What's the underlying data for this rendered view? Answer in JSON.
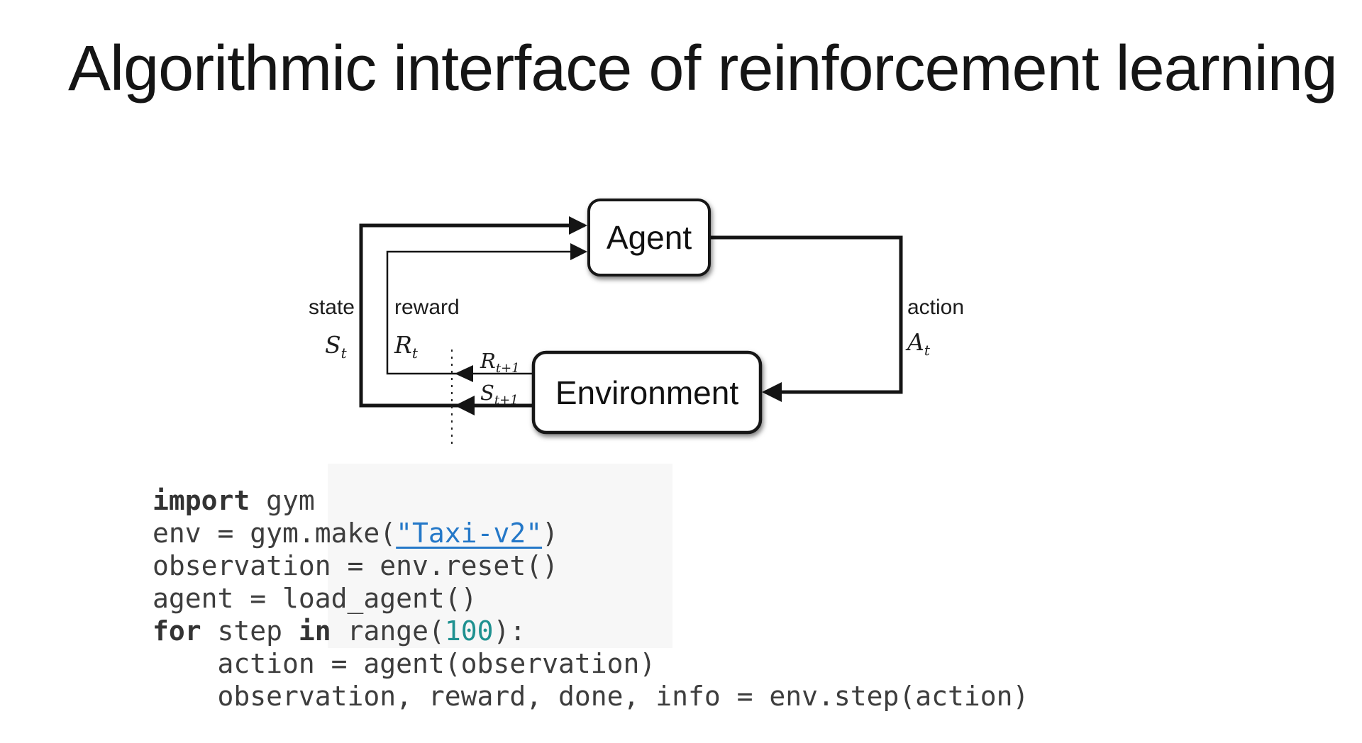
{
  "title": "Algorithmic interface of reinforcement learning",
  "colors": {
    "background": "#ffffff",
    "title_text": "#151515",
    "diagram_ink": "#141414",
    "code_plain": "#3d3d3d",
    "code_keyword": "#333333",
    "code_string_link": "#2478c8",
    "code_number": "#1f9190",
    "code_artifact_bg": "#f7f7f7"
  },
  "diagram": {
    "agent": "Agent",
    "environment": "Environment",
    "state": {
      "label": "state",
      "symbol": "S",
      "sub": "t"
    },
    "reward": {
      "label": "reward",
      "symbol": "R",
      "sub": "t"
    },
    "action": {
      "label": "action",
      "symbol": "A",
      "sub": "t"
    },
    "next_reward": {
      "symbol": "R",
      "sub": "t+1"
    },
    "next_state": {
      "symbol": "S",
      "sub": "t+1"
    }
  },
  "code": {
    "lines": [
      [
        {
          "t": "kw",
          "s": "import"
        },
        {
          "t": "pl",
          "s": " gym"
        }
      ],
      [
        {
          "t": "pl",
          "s": "env = gym.make("
        },
        {
          "t": "str",
          "s": "\"Taxi-v2\""
        },
        {
          "t": "pl",
          "s": ")"
        }
      ],
      [
        {
          "t": "pl",
          "s": "observation = env.reset()"
        }
      ],
      [
        {
          "t": "pl",
          "s": "agent = load_agent()"
        }
      ],
      [
        {
          "t": "kw",
          "s": "for"
        },
        {
          "t": "pl",
          "s": " step "
        },
        {
          "t": "kw",
          "s": "in"
        },
        {
          "t": "pl",
          "s": " range("
        },
        {
          "t": "num",
          "s": "100"
        },
        {
          "t": "pl",
          "s": "):"
        }
      ],
      [
        {
          "t": "pl",
          "s": "    action = agent(observation)"
        }
      ],
      [
        {
          "t": "pl",
          "s": "    observation, reward, done, info = env.step(action)"
        }
      ]
    ]
  }
}
